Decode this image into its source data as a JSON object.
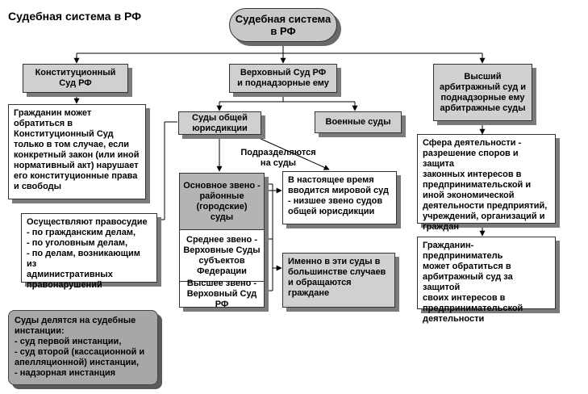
{
  "title": "Судебная система в РФ",
  "root": "Судебная система\nв РФ",
  "level1": {
    "constitutional": "Конституционный\nСуд РФ",
    "supreme": "Верховный Суд РФ\nи поднадзорные ему",
    "arbitration": "Высший\nарбитражный суд и\nподнадзорные ему\nарбитражные суды"
  },
  "constitutional_note": "Гражданин может\nобратиться в\nКонституционный Суд\nтолько в том случае, если\nконкретный закон (или иной\nнормативный акт) нарушает\nего конституционные права\nи свободы",
  "general_courts": "Суды общей\nюрисдикции",
  "military_courts": "Военные суды",
  "subdivided_label": "Подразделяются\nна суды",
  "justice_note": "Осуществляют правосудие\n- по гражданским делам,\n- по уголовным делам,\n- по делам, возникающим из\n  административных\n  правонарушений",
  "tiers": {
    "basic": "Основное звено -\nрайонные\n(городские)\nсуды",
    "middle": "Среднее звено -\nВерховные Суды\nсубъектов\nФедерации",
    "higher": "Высшее звено -\nВерховный Суд\nРФ"
  },
  "magistrate_note": "В настоящее время\nвводится мировой суд\n- низшее звено судов\nобщей юрисдикции",
  "majority_note": "Именно в эти суды в\nбольшинстве случаев\nи обращаются\nграждане",
  "arbitration_scope": "Сфера деятельности -\nразрешение споров и защита\nзаконных интересов в\nпредпринимательской и\nиной экономической\nдеятельности предприятий,\nучреждений, организаций  и\nграждан",
  "entrepreneur_note": "Гражданин-предприниматель\nможет обратиться в\nарбитражный суд за защитой\nсвоих интересов в\nпредпринимательской\nдеятельности",
  "instances_note": "Суды делятся на судебные\nинстанции:\n- суд первой инстанции,\n- суд второй (кассационной и\nапелляционной) инстанции,\n- надзорная инстанция"
}
